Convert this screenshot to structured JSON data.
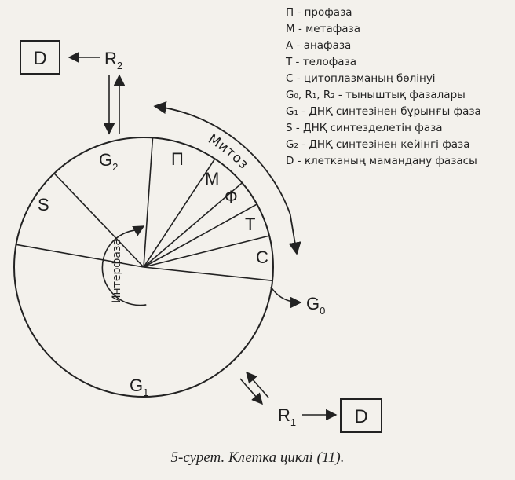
{
  "diagram": {
    "phase_labels": {
      "prophase": "П",
      "metaphase": "М",
      "anaphase": "Ф",
      "telophase": "Т",
      "cytokinesis": "С",
      "s_phase": "S",
      "g2": "G",
      "g2_sub": "2",
      "g1": "G",
      "g1_sub": "1"
    },
    "mitosis_label": "Митоз",
    "interphase_label": "Интерфаза",
    "g0": {
      "main": "G",
      "sub": "0"
    },
    "r2": {
      "main": "R",
      "sub": "2"
    },
    "r1": {
      "main": "R",
      "sub": "1"
    },
    "d_top": "D",
    "d_bottom": "D"
  },
  "legend": [
    "П - профаза",
    "М - метафаза",
    "А - анафаза",
    "Т - телофаза",
    "С - цитоплазманың бөлінуі",
    "G₀, R₁, R₂ - тыныштық фазалары",
    "G₁ - ДНҚ синтезінен бұрынғы фаза",
    "S - ДНҚ синтезделетін фаза",
    "G₂ - ДНҚ синтезінен кейінгі фаза",
    "D - клетканың мамандану фазасы"
  ],
  "caption": "5-сурет. Клетка циклі (11)."
}
